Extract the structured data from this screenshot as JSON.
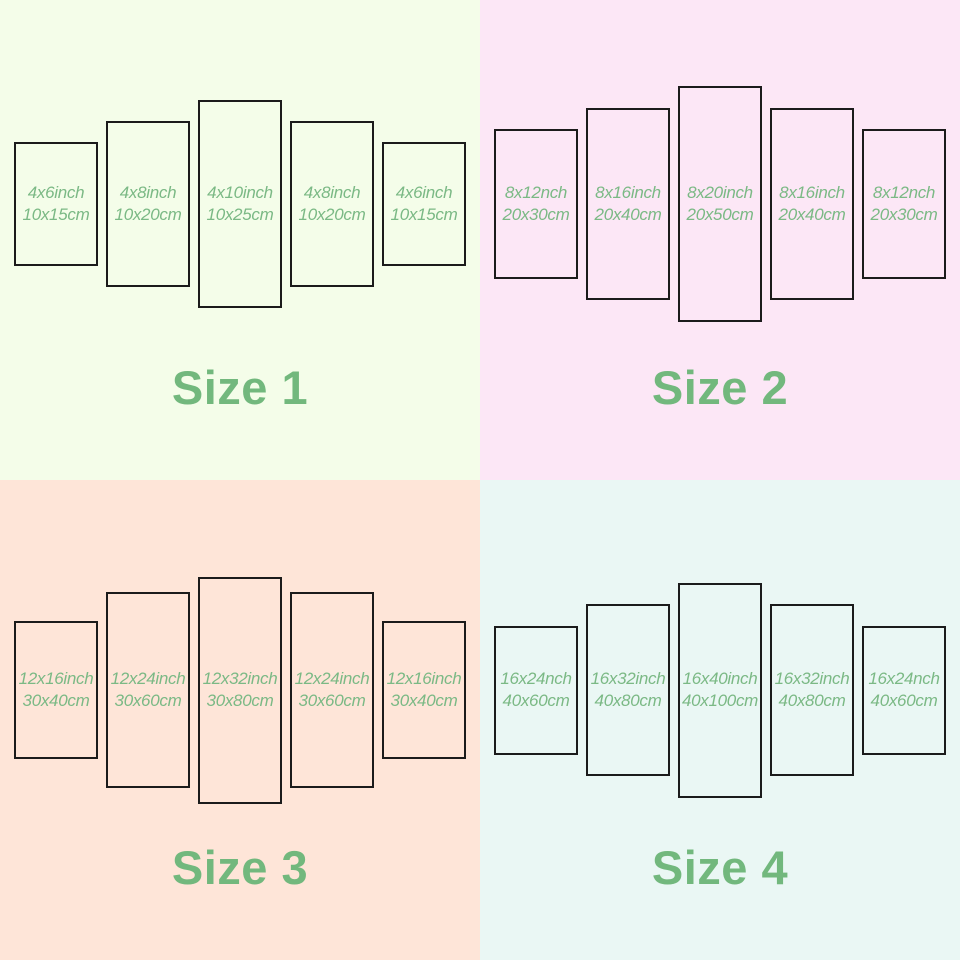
{
  "colors": {
    "size_label_green": "#72b87d",
    "panel_text_green": "#7bb985",
    "panel_border": "#1b1b1b",
    "bg_size1": "#f4fde9",
    "bg_size2": "#fce7f6",
    "bg_size3": "#fee5d8",
    "bg_size4": "#eaf7f4"
  },
  "quadrants": [
    {
      "label": "Size 1",
      "bg": "#f4fde9",
      "panels": [
        {
          "inch": "4x6inch",
          "cm": "10x15cm"
        },
        {
          "inch": "4x8inch",
          "cm": "10x20cm"
        },
        {
          "inch": "4x10inch",
          "cm": "10x25cm"
        },
        {
          "inch": "4x8inch",
          "cm": "10x20cm"
        },
        {
          "inch": "4x6inch",
          "cm": "10x15cm"
        }
      ]
    },
    {
      "label": "Size 2",
      "bg": "#fce7f6",
      "panels": [
        {
          "inch": "8x12nch",
          "cm": "20x30cm"
        },
        {
          "inch": "8x16inch",
          "cm": "20x40cm"
        },
        {
          "inch": "8x20inch",
          "cm": "20x50cm"
        },
        {
          "inch": "8x16inch",
          "cm": "20x40cm"
        },
        {
          "inch": "8x12nch",
          "cm": "20x30cm"
        }
      ]
    },
    {
      "label": "Size 3",
      "bg": "#fee5d8",
      "panels": [
        {
          "inch": "12x16inch",
          "cm": "30x40cm"
        },
        {
          "inch": "12x24inch",
          "cm": "30x60cm"
        },
        {
          "inch": "12x32inch",
          "cm": "30x80cm"
        },
        {
          "inch": "12x24inch",
          "cm": "30x60cm"
        },
        {
          "inch": "12x16inch",
          "cm": "30x40cm"
        }
      ]
    },
    {
      "label": "Size 4",
      "bg": "#eaf7f4",
      "panels": [
        {
          "inch": "16x24nch",
          "cm": "40x60cm"
        },
        {
          "inch": "16x32inch",
          "cm": "40x80cm"
        },
        {
          "inch": "16x40inch",
          "cm": "40x100cm"
        },
        {
          "inch": "16x32inch",
          "cm": "40x80cm"
        },
        {
          "inch": "16x24nch",
          "cm": "40x60cm"
        }
      ]
    }
  ]
}
